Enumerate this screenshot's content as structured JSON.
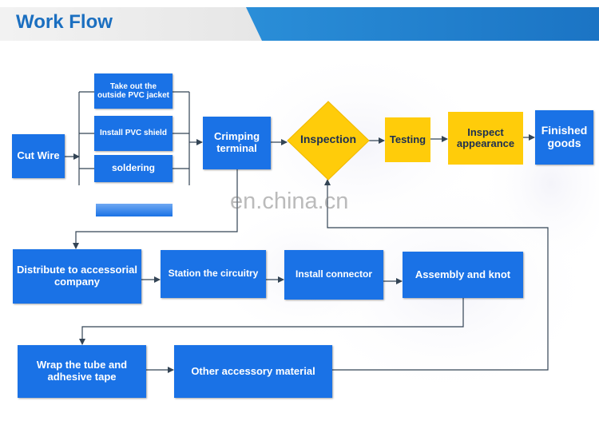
{
  "header": {
    "title": "Work Flow"
  },
  "watermark": "en.china.cn",
  "colors": {
    "step_box": "#1a72e6",
    "highlight_box": "#ffcc0a",
    "connector": "#334455",
    "header_bar": "#1b74c4"
  },
  "steps": {
    "cut_wire": "Cut Wire",
    "take_out": "Take out the outside PVC jacket",
    "install_shield": "Install PVC shield",
    "soldering": "soldering",
    "crimping": "Crimping terminal",
    "inspection": "Inspection",
    "testing": "Testing",
    "inspect_appearance": "Inspect appearance",
    "finished": "Finished goods",
    "distribute": "Distribute to accessorial company",
    "station": "Station the circuitry",
    "install_connector": "Install connector",
    "assembly": "Assembly and knot",
    "wrap": "Wrap the tube and adhesive tape",
    "other": "Other accessory material"
  }
}
